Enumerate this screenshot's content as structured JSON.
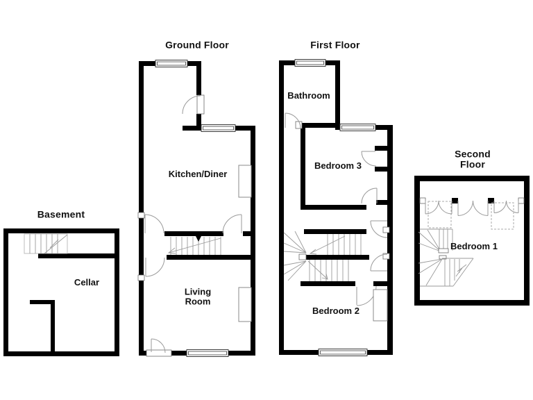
{
  "colors": {
    "wall": "#000000",
    "background": "#ffffff",
    "thin_line": "#9a9a9a",
    "text": "#111111"
  },
  "floors": {
    "basement": {
      "title": "Basement",
      "rooms": {
        "cellar": "Cellar"
      }
    },
    "ground": {
      "title": "Ground Floor",
      "rooms": {
        "kitchen_diner": "Kitchen/Diner",
        "living_room": "Living\nRoom"
      }
    },
    "first": {
      "title": "First Floor",
      "rooms": {
        "bathroom": "Bathroom",
        "bedroom3": "Bedroom 3",
        "bedroom2": "Bedroom 2"
      }
    },
    "second": {
      "title": "Second Floor",
      "rooms": {
        "bedroom1": "Bedroom 1"
      }
    }
  }
}
